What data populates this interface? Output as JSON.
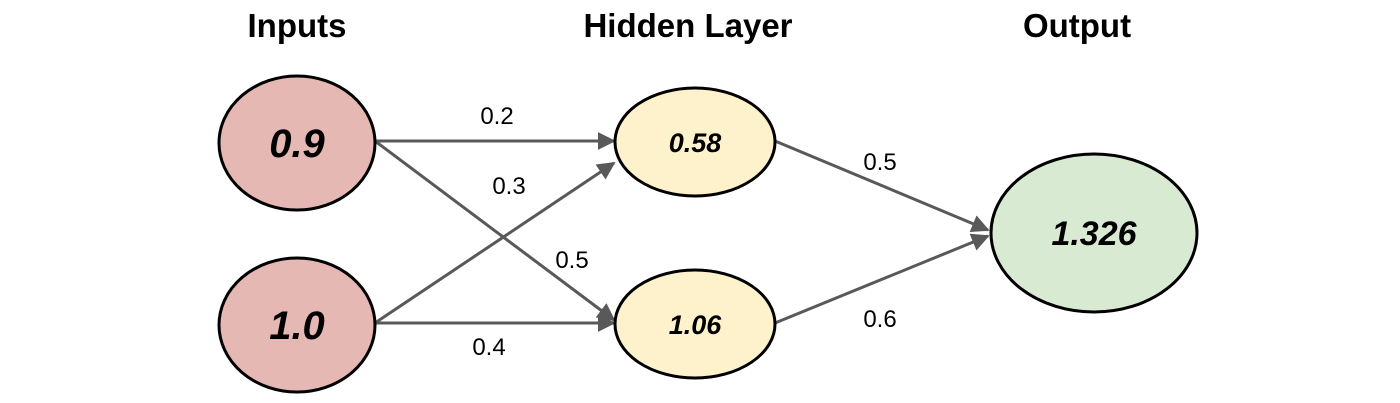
{
  "titles": {
    "inputs": "Inputs",
    "hidden": "Hidden Layer",
    "output": "Output"
  },
  "nodes": {
    "input_1": {
      "value": "0.9",
      "color": "#e6b8b3"
    },
    "input_2": {
      "value": "1.0",
      "color": "#e6b8b3"
    },
    "hidden_1": {
      "value": "0.58",
      "color": "#fdf2cc"
    },
    "hidden_2": {
      "value": "1.06",
      "color": "#fdf2cc"
    },
    "output_1": {
      "value": "1.326",
      "color": "#d9ead3"
    }
  },
  "weights": {
    "in1_h1": "0.2",
    "in2_h1": "0.3",
    "in1_h2": "0.5",
    "in2_h2": "0.4",
    "h1_out": "0.5",
    "h2_out": "0.6"
  },
  "colors": {
    "edge": "#595959",
    "outline": "#000000"
  }
}
